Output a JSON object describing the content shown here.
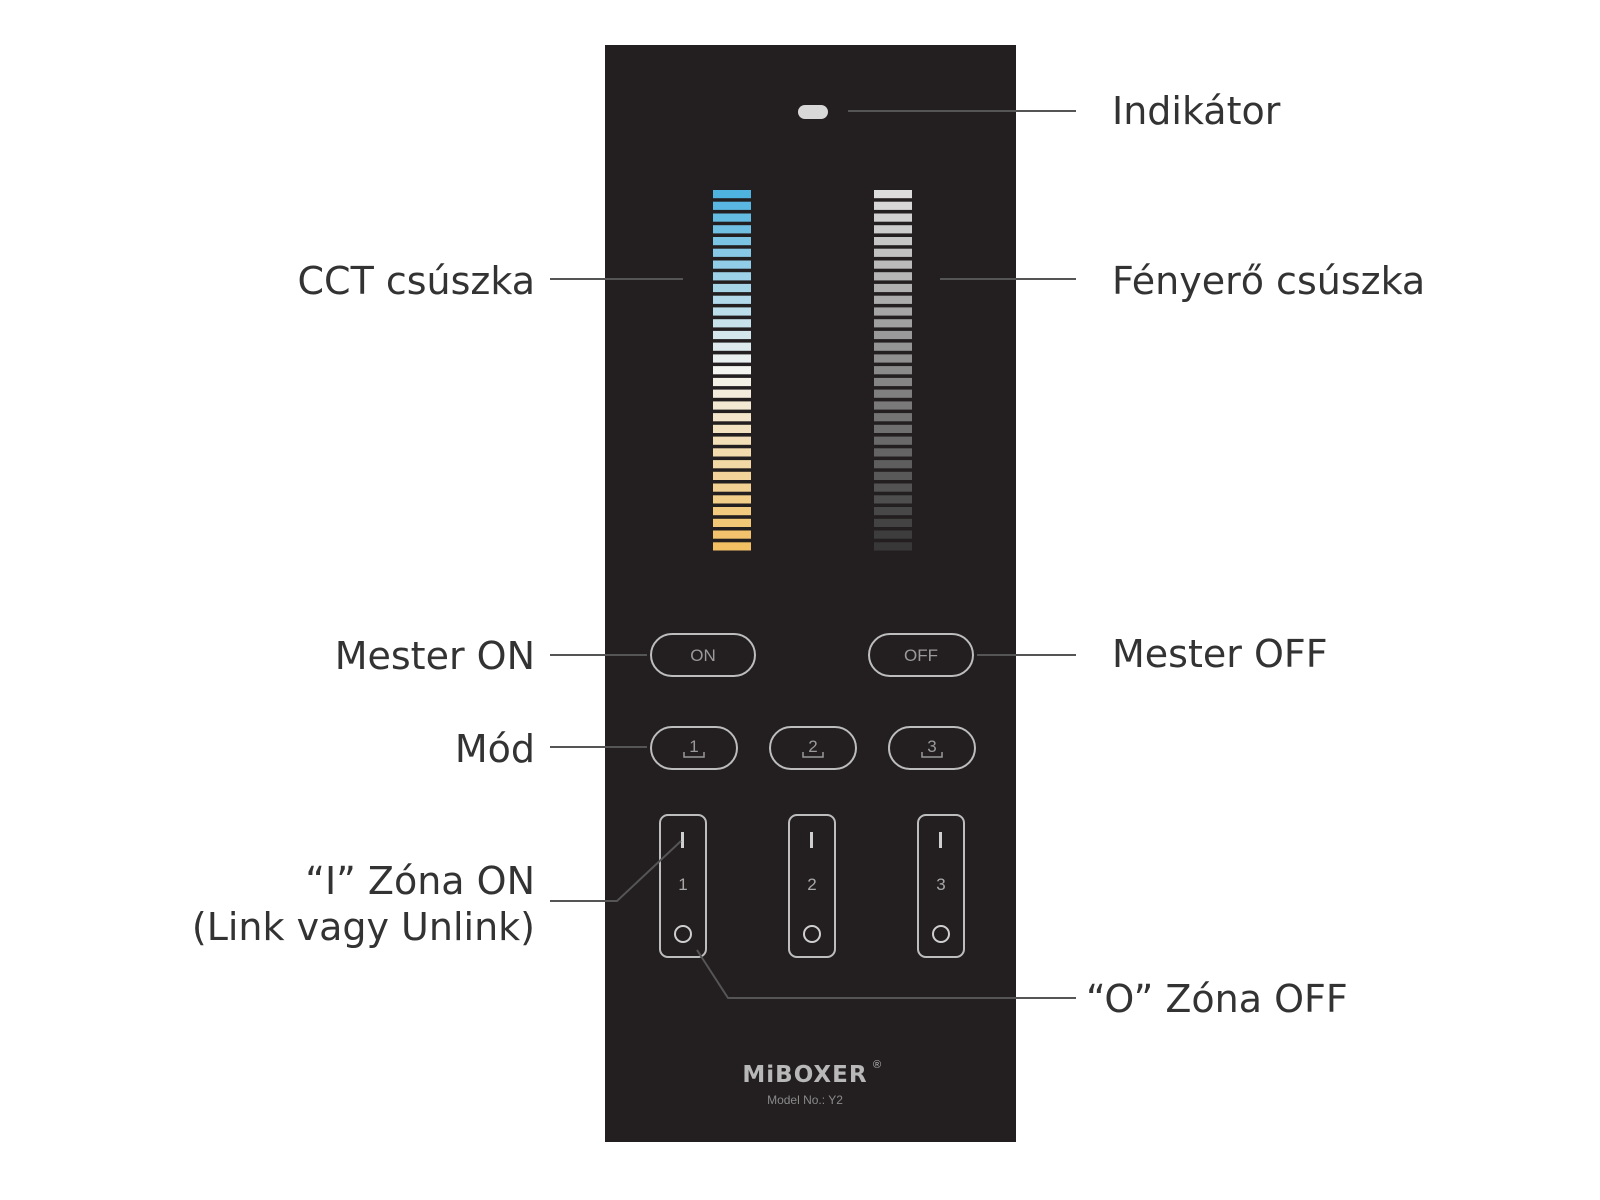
{
  "callouts": {
    "indicator": "Indikátor",
    "cct_slider": "CCT csúszka",
    "brightness_slider": "Fényerő csúszka",
    "master_on": "Mester ON",
    "master_off": "Mester OFF",
    "mode": "Mód",
    "zone_on_line1": "“I” Zóna ON",
    "zone_on_line2": "(Link vagy Unlink)",
    "zone_off": "“O” Zóna OFF"
  },
  "device": {
    "on_label": "ON",
    "off_label": "OFF",
    "mode_buttons": [
      "1",
      "2",
      "3"
    ],
    "zones": [
      {
        "number": "1",
        "on_symbol": "I",
        "off_symbol": "O"
      },
      {
        "number": "2",
        "on_symbol": "I",
        "off_symbol": "O"
      },
      {
        "number": "3",
        "on_symbol": "I",
        "off_symbol": "O"
      }
    ],
    "brand": "MiBOXER",
    "registered_mark": "®",
    "model_text": "Model No.: Y2"
  },
  "colors": {
    "panel": "#231f20",
    "cct_cool": "#4fb3e0",
    "cct_neutral": "#f3f3ef",
    "cct_warm": "#f2c063",
    "brightness_high": "#dcdcdc",
    "brightness_low": "#383838"
  },
  "sliders": {
    "segment_count": 31
  }
}
